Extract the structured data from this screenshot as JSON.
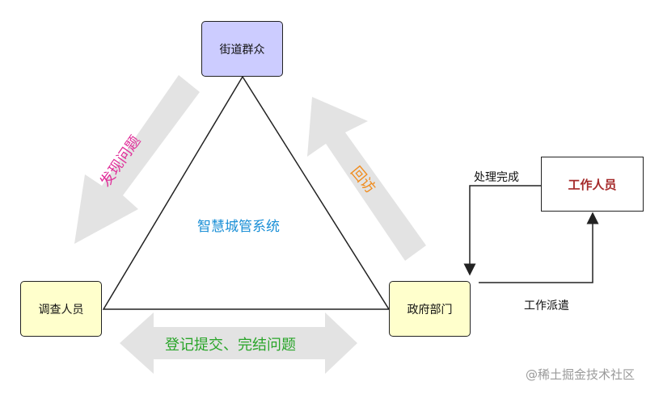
{
  "nodes": {
    "top": "街道群众",
    "left": "调查人员",
    "right": "政府部门",
    "worker": "工作人员"
  },
  "labels": {
    "center": "智慧城管系统",
    "left_flow": "发现问题",
    "right_flow": "回访",
    "bottom_flow": "登记提交、完结问题",
    "done": "处理完成",
    "dispatch": "工作派遣"
  },
  "watermark": "@稀土掘金技术社区",
  "colors": {
    "top_fill": "#ccccff",
    "side_fill": "#ffffcc",
    "big_arrow": "#e3e3e3",
    "worker_text": "#a52a2a",
    "center_text": "#1a8fd6",
    "left_flow_text": "#e0309a",
    "right_flow_text": "#f08c1e",
    "bottom_flow_text": "#2aa52a"
  }
}
